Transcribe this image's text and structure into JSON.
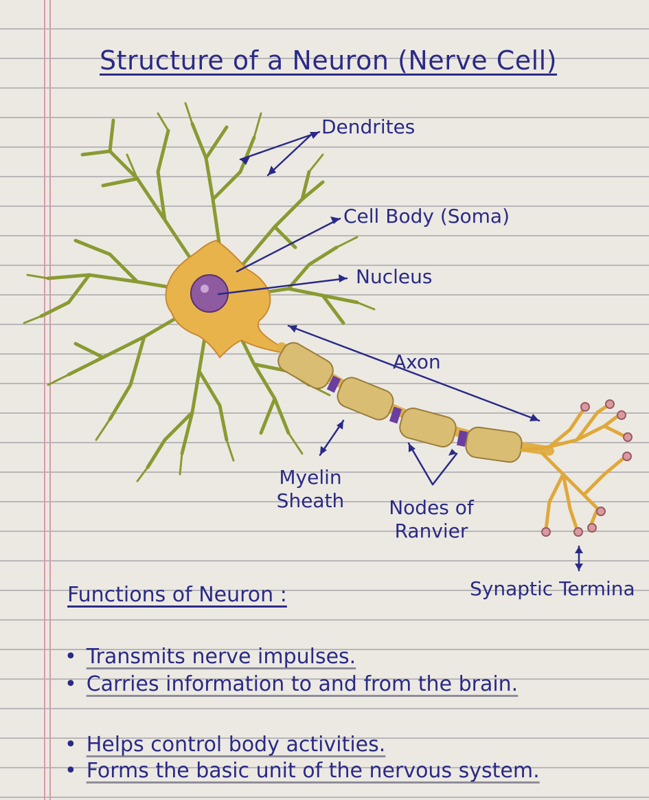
{
  "title": "Structure of a Neuron (Nerve Cell)",
  "labels": {
    "dendrites": "Dendrites",
    "cell_body": "Cell Body (Soma)",
    "nucleus": "Nucleus",
    "axon": "Axon",
    "myelin_line1": "Myelin",
    "myelin_line2": "Sheath",
    "nodes_line1": "Nodes of",
    "nodes_line2": "Ranvier",
    "synaptic": "Synaptic Termina"
  },
  "functions": {
    "heading": "Functions of Neuron :",
    "items": [
      "Transmits nerve impulses.",
      "Carries information to and from the brain.",
      "Helps control body activities.",
      "Forms the basic unit of the nervous system."
    ]
  },
  "colors": {
    "ink": "#2a2a86",
    "soma": "#e8b34a",
    "dendrite": "#8a9a32",
    "nucleus": "#8e5aa0",
    "myelin": "#d8bd72",
    "node": "#6a3ea0",
    "terminal": "#c98a92",
    "rule": "#b9b6b8",
    "margin": "#d69aa8"
  }
}
